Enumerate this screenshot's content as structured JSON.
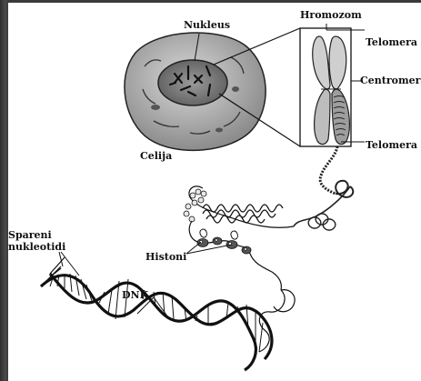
{
  "labels": {
    "nucleus": "Nukleus",
    "chromosome": "Hromozom",
    "telomere_top": "Telomera",
    "centromere": "Centromera",
    "telomere_bottom": "Telomera",
    "cell": "Celija",
    "paired_nucleotides_line1": "Spareni",
    "paired_nucleotides_line2": "nukleotidi",
    "histones": "Histoni",
    "dna": "DNK"
  },
  "colors": {
    "background": "#3c3c3c",
    "canvas": "#ffffff",
    "ink": "#111111",
    "cell_fill": "#b8b8b8",
    "nucleus_fill": "#8a8a8a",
    "chromatid_fill": "#d0d0d0"
  }
}
